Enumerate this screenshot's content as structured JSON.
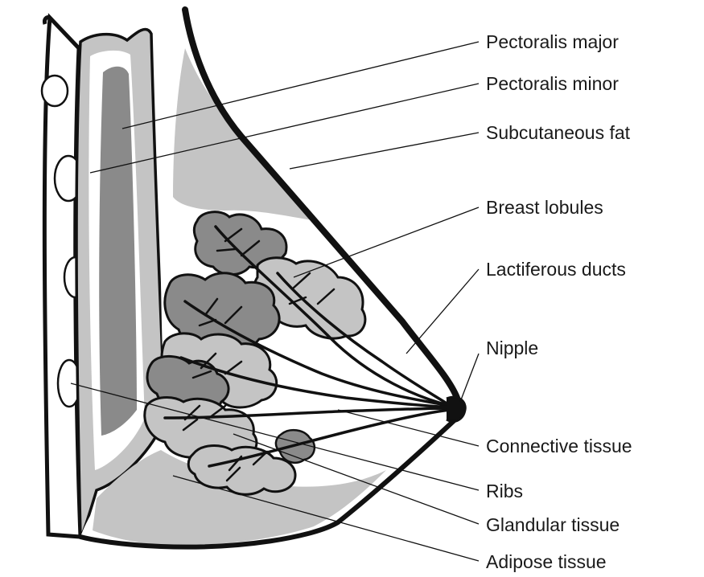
{
  "labels": {
    "pectoralis_major": "Pectoralis major",
    "pectoralis_minor": "Pectoralis minor",
    "subcutaneous_fat": "Subcutaneous fat",
    "breast_lobules": "Breast lobules",
    "lactiferous_ducts": "Lactiferous ducts",
    "nipple": "Nipple",
    "connective_tissue": "Connective tissue",
    "ribs": "Ribs",
    "glandular_tissue": "Glandular tissue",
    "adipose_tissue": "Adipose tissue"
  },
  "colors": {
    "outline": "#111111",
    "dark_tissue": "#8a8a8a",
    "light_tissue": "#c4c4c4",
    "background": "#ffffff"
  }
}
